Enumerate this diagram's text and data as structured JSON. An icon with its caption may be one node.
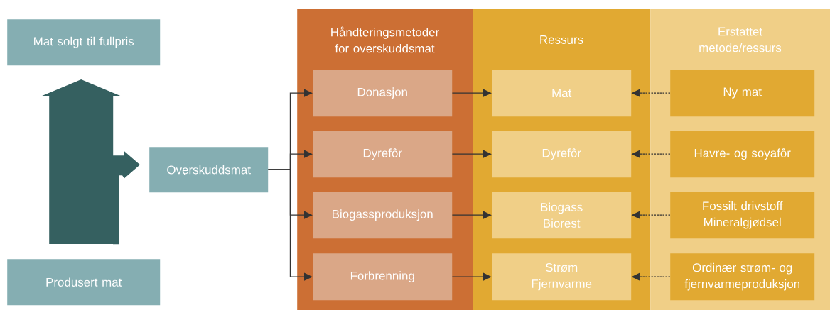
{
  "diagram": {
    "nodes": [
      {
        "text": [
          "Mat solgt til fullpris"
        ]
      },
      {
        "text": [
          "Produsert mat"
        ]
      },
      {
        "text": [
          "Overskuddsmat"
        ]
      },
      {
        "text": [
          "Håndteringsmetoder for overskuddsmat"
        ]
      },
      {
        "text": [
          "Ressurs"
        ]
      },
      {
        "text": [
          "Erstattet metode/ressurs"
        ]
      },
      {
        "text": [
          "Donasjon"
        ],
        "in": 3
      },
      {
        "text": [
          "Dyrefôr"
        ],
        "in": 3
      },
      {
        "text": [
          "Biogassproduksjon"
        ],
        "in": 3
      },
      {
        "text": [
          "Forbrenning"
        ],
        "in": 3
      },
      {
        "text": [
          "Mat"
        ],
        "in": 4
      },
      {
        "text": [
          "Dyrefôr"
        ],
        "in": 4
      },
      {
        "text": [
          "Biogass",
          "Biorest"
        ],
        "in": 4
      },
      {
        "text": [
          "Strøm",
          "Fjernvarme"
        ],
        "in": 4
      },
      {
        "text": [
          "Ny mat"
        ],
        "in": 5
      },
      {
        "text": [
          "Havre- og soyafôr"
        ],
        "in": 5
      },
      {
        "text": [
          "Fossilt drivstoff",
          "Mineralgjødsel"
        ],
        "in": 5
      },
      {
        "text": [
          "Ordinær strøm- og fjernvarmeproduksjon"
        ],
        "in": 5
      }
    ],
    "edges": [
      {
        "from": 1,
        "to": 0,
        "arrow": "to",
        "style": "thick",
        "color": "#356060"
      },
      {
        "from": 1,
        "to": 2,
        "arrow": "to",
        "style": "thick",
        "color": "#356060"
      },
      {
        "from": 2,
        "to": 6,
        "arrow": "to"
      },
      {
        "from": 2,
        "to": 7,
        "arrow": "to"
      },
      {
        "from": 2,
        "to": 8,
        "arrow": "to"
      },
      {
        "from": 2,
        "to": 9,
        "arrow": "to"
      },
      {
        "from": 6,
        "to": 10,
        "arrow": "to"
      },
      {
        "from": 7,
        "to": 11,
        "arrow": "to"
      },
      {
        "from": 8,
        "to": 12,
        "arrow": "to"
      },
      {
        "from": 9,
        "to": 13,
        "arrow": "to"
      },
      {
        "from": 14,
        "to": 10,
        "arrow": "to",
        "style": "dashed"
      },
      {
        "from": 15,
        "to": 11,
        "arrow": "to",
        "style": "dashed"
      },
      {
        "from": 16,
        "to": 12,
        "arrow": "to",
        "style": "dashed"
      },
      {
        "from": 17,
        "to": 13,
        "arrow": "to",
        "style": "dashed"
      }
    ]
  }
}
